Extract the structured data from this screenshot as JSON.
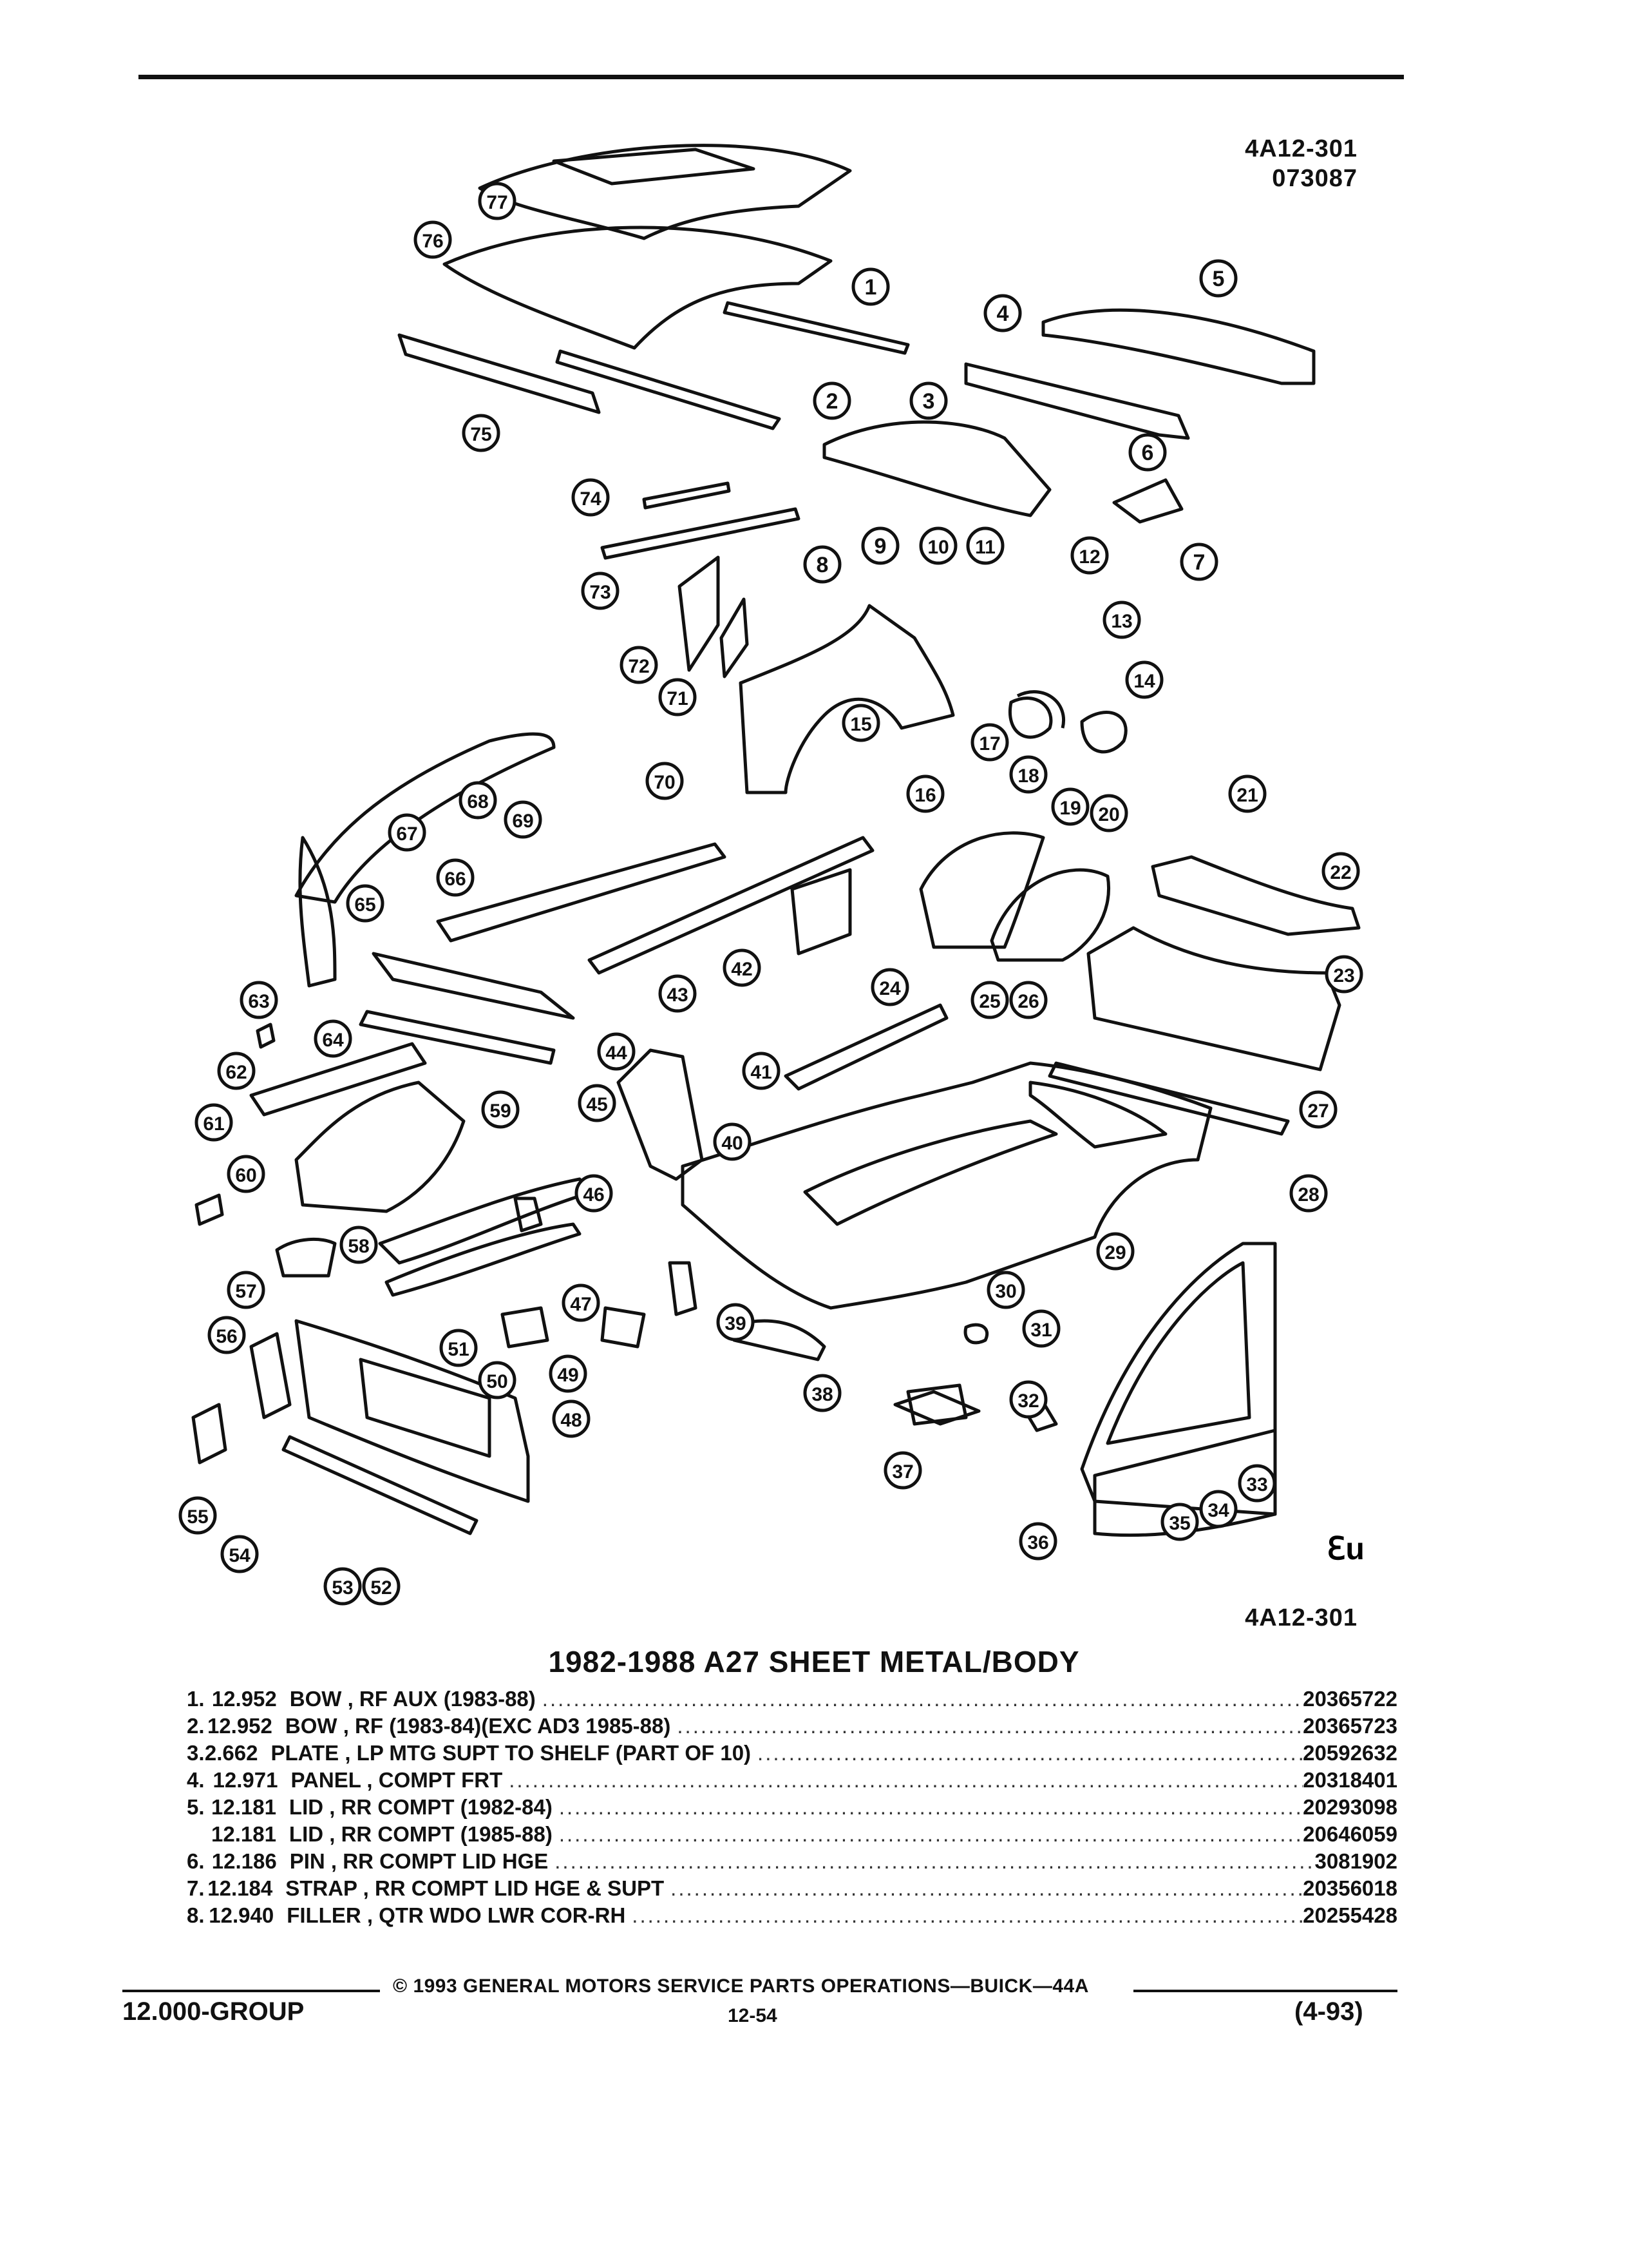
{
  "header": {
    "ref_code_top": "4A12-301",
    "ref_code_date": "073087",
    "ref_code_bottom": "4A12-301",
    "corner_mark": "ℇu"
  },
  "diagram_callouts": [
    "1",
    "2",
    "3",
    "4",
    "5",
    "6",
    "7",
    "8",
    "9",
    "10",
    "11",
    "12",
    "13",
    "14",
    "15",
    "16",
    "17",
    "18",
    "19",
    "20",
    "21",
    "22",
    "23",
    "24",
    "25",
    "26",
    "27",
    "28",
    "29",
    "30",
    "31",
    "32",
    "33",
    "34",
    "35",
    "36",
    "37",
    "38",
    "39",
    "40",
    "41",
    "42",
    "43",
    "44",
    "45",
    "46",
    "47",
    "48",
    "49",
    "50",
    "51",
    "52",
    "53",
    "54",
    "55",
    "56",
    "57",
    "58",
    "59",
    "60",
    "61",
    "62",
    "63",
    "64",
    "65",
    "66",
    "67",
    "68",
    "69",
    "70",
    "71",
    "72",
    "73",
    "74",
    "75",
    "76",
    "77"
  ],
  "section_title": "1982-1988 A27 SHEET METAL/BODY",
  "parts": [
    {
      "num": "1.",
      "group": "12.952",
      "desc": "BOW , RF AUX (1983-88)",
      "pn": "20365722"
    },
    {
      "num": "2.",
      "group": "12.952",
      "desc": "BOW , RF (1983-84)(EXC AD3 1985-88)",
      "pn": "20365723"
    },
    {
      "num": "3.",
      "group": "2.662",
      "desc": "PLATE , LP MTG SUPT TO SHELF (PART OF 10)",
      "pn": "20592632"
    },
    {
      "num": "4.",
      "group": "12.971",
      "desc": "PANEL , COMPT FRT",
      "pn": "20318401"
    },
    {
      "num": "5.",
      "group": "12.181",
      "desc": "LID , RR COMPT (1982-84)",
      "pn": "20293098"
    },
    {
      "num": "",
      "group": "12.181",
      "desc": "LID , RR COMPT (1985-88)",
      "pn": "20646059"
    },
    {
      "num": "6.",
      "group": "12.186",
      "desc": "PIN , RR COMPT LID HGE",
      "pn": "3081902"
    },
    {
      "num": "7.",
      "group": "12.184",
      "desc": "STRAP , RR COMPT LID HGE & SUPT",
      "pn": "20356018"
    },
    {
      "num": "8.",
      "group": "12.940",
      "desc": "FILLER , QTR WDO LWR COR-RH",
      "pn": "20255428"
    }
  ],
  "footer": {
    "copyright": "© 1993 GENERAL MOTORS SERVICE PARTS OPERATIONS—BUICK—44A",
    "group": "12.000-GROUP",
    "page": "12-54",
    "revision": "(4-93)"
  }
}
